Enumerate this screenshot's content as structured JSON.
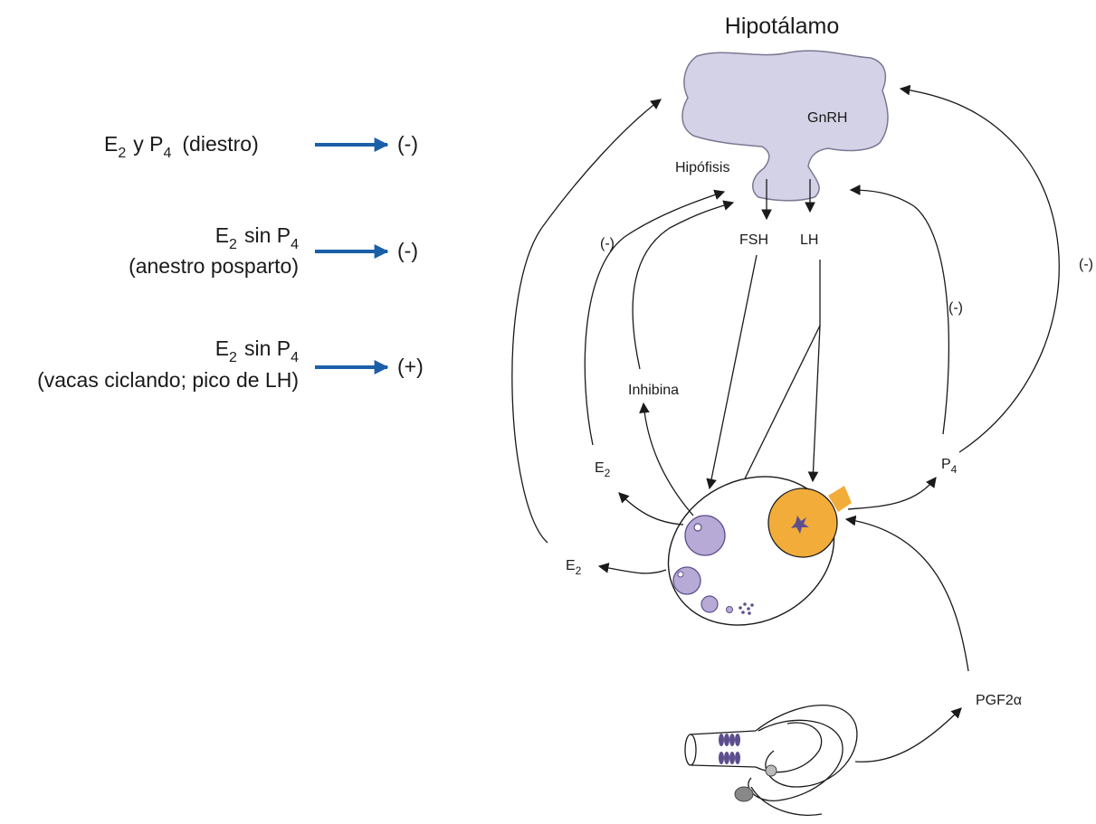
{
  "legend": {
    "row1": {
      "e": "E",
      "e_sub": "2",
      "mid": "y  P",
      "p_sub": "4",
      "rest": "(diestro)",
      "effect": "(-)"
    },
    "row2": {
      "e": "E",
      "e_sub": "2",
      "mid": "sin  P",
      "p_sub": "4",
      "line2": "(anestro posparto)",
      "effect": "(-)"
    },
    "row3": {
      "e": "E",
      "e_sub": "2",
      "mid": "sin  P",
      "p_sub": "4",
      "line2": "(vacas ciclando; pico de LH)",
      "effect": "(+)"
    }
  },
  "labels": {
    "hipotalamo": "Hipotálamo",
    "gnrh": "GnRH",
    "hipofisis": "Hipófisis",
    "fsh": "FSH",
    "lh": "LH",
    "inhibina": "Inhibina",
    "e": "E",
    "e_sub": "2",
    "p": "P",
    "p_sub": "4",
    "pgf": "PGF2α",
    "neg_left": "(-)",
    "neg_right_inner": "(-)",
    "neg_right_outer": "(-)"
  },
  "colors": {
    "brain": "#d4d2e6",
    "brain_outline": "#7c7892",
    "follicle": "#b7aad6",
    "follicle_outline": "#5d4f8e",
    "corpus_luteum": "#f2ac3a",
    "legend_arrow": "#1a5fa8"
  }
}
